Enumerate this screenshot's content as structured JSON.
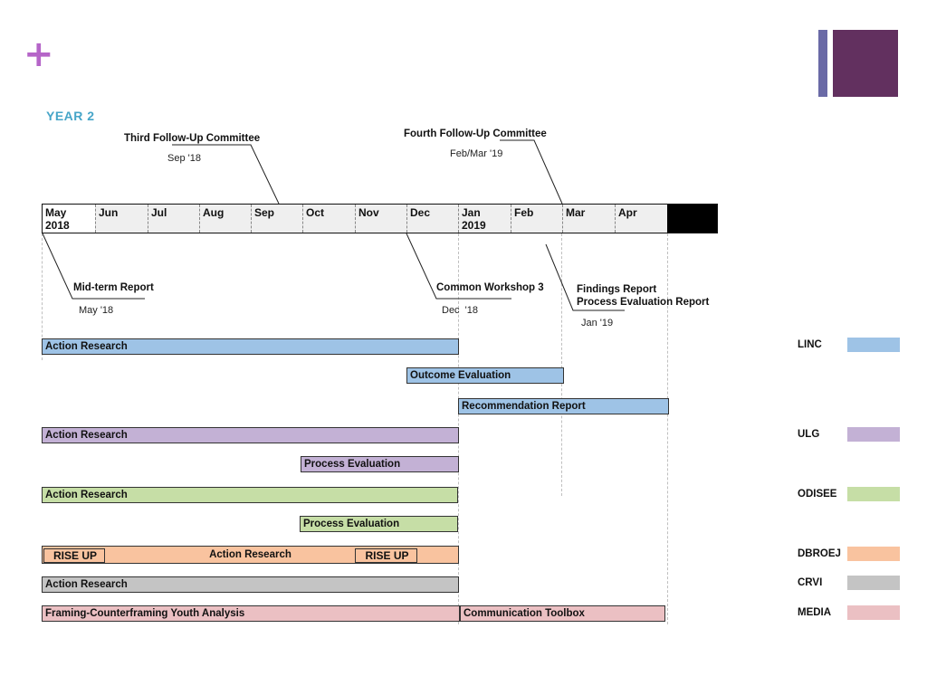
{
  "slide": {
    "title": "YEAR 2",
    "plus_icon": "plus-icon"
  },
  "months": [
    {
      "label": "May",
      "sub": "2018"
    },
    {
      "label": "Jun",
      "sub": ""
    },
    {
      "label": "Jul",
      "sub": ""
    },
    {
      "label": "Aug",
      "sub": ""
    },
    {
      "label": "Sep",
      "sub": ""
    },
    {
      "label": "Oct",
      "sub": ""
    },
    {
      "label": "Nov",
      "sub": ""
    },
    {
      "label": "Dec",
      "sub": ""
    },
    {
      "label": "Jan",
      "sub": "2019"
    },
    {
      "label": "Feb",
      "sub": ""
    },
    {
      "label": "Mar",
      "sub": ""
    },
    {
      "label": "Apr",
      "sub": ""
    }
  ],
  "milestones": {
    "third_committee": {
      "label": "Third Follow-Up Committee",
      "date": "Sep '18"
    },
    "fourth_committee": {
      "label": "Fourth Follow-Up Committee",
      "date": "Feb/Mar '19"
    },
    "midterm": {
      "label": "Mid-term Report",
      "date": "May '18"
    },
    "workshop": {
      "label": "Common Workshop 3",
      "date": "Dec  '18"
    },
    "findings": {
      "label": "Findings Report",
      "label2": "Process Evaluation Report",
      "date": "Jan '19"
    }
  },
  "bars": {
    "linc_action": "Action Research",
    "linc_outcome": "Outcome Evaluation",
    "linc_recommendation": "Recommendation Report",
    "ulg_action": "Action Research",
    "ulg_process": "Process Evaluation",
    "odisee_action": "Action Research",
    "odisee_process": "Process Evaluation",
    "dbroej_rise1": "RISE UP",
    "dbroej_action": "Action Research",
    "dbroej_rise2": "RISE UP",
    "crvi_action": "Action Research",
    "media_framing": "Framing-Counterframing Youth Analysis",
    "media_toolbox": "Communication Toolbox"
  },
  "legend": [
    {
      "label": "LINC",
      "color": "#9ec3e6"
    },
    {
      "label": "ULG",
      "color": "#c3b1d5"
    },
    {
      "label": "ODISEE",
      "color": "#c6dea6"
    },
    {
      "label": "DBROEJ",
      "color": "#f9c39f"
    },
    {
      "label": "CRVI",
      "color": "#c4c4c4"
    },
    {
      "label": "MEDIA",
      "color": "#ebc0c3"
    }
  ]
}
